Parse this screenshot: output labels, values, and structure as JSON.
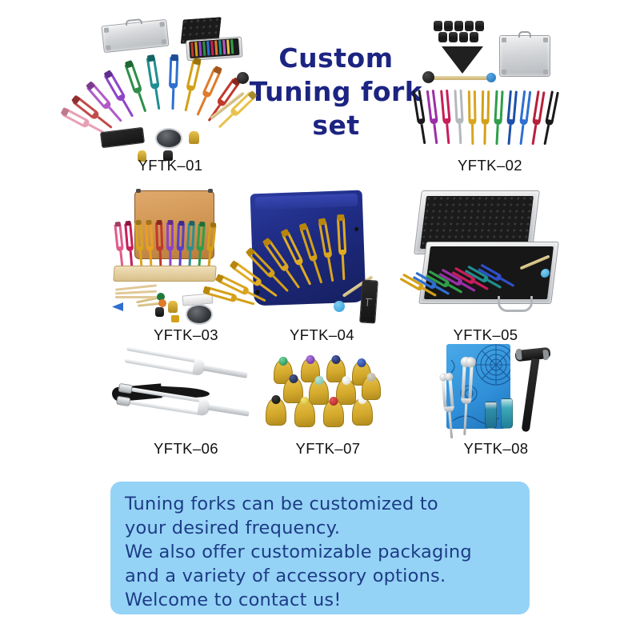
{
  "header": {
    "title_lines": [
      "Custom",
      "Tuning  fork",
      "set"
    ],
    "title_color": "#1c2482"
  },
  "products": [
    {
      "id": "YFTK-01",
      "caption": "YFTK–01",
      "description": "Fan of rainbow anodized aluminum tuning forks with two silver aluminum carry cases, black mallet, activator puck and accessory weights"
    },
    {
      "id": "YFTK-02",
      "caption": "YFTK–02",
      "description": "Row of black rubber fork weights, black triangular cloth, two gold mallets with black and blue heads, silver case, and a row of colored tuning forks"
    },
    {
      "id": "YFTK-03",
      "caption": "YFTK–03",
      "description": "Wooden storage box with colorful tuning forks standing in a wooden holder, mallets and accessory weights"
    },
    {
      "id": "YFTK-04",
      "caption": "YFTK–04",
      "description": "Gold tuning forks fanned out on a blue velvet drawstring pouch with a blue tipped mallet and black pouch"
    },
    {
      "id": "YFTK-05",
      "caption": "YFTK–05",
      "description": "Open silver aluminum case with black foam lining holding colored tuning forks and a mallet"
    },
    {
      "id": "YFTK-06",
      "caption": "YFTK–06",
      "description": "Two stainless steel medical tuning forks, one with weighted clamps, and a black rubber reflex hammer"
    },
    {
      "id": "YFTK-07",
      "caption": "YFTK–07",
      "description": "Twelve gold fork weights topped with colored crystal gemstones"
    },
    {
      "id": "YFTK-08",
      "caption": "YFTK–08",
      "description": "Blue mandala patterned gift box with silver ball-end tuning forks, teal cylinder weights and a black rubber hammer"
    }
  ],
  "note": {
    "lines": [
      "Tuning forks can be customized to",
      "your desired frequency.",
      "We also offer customizable packaging",
      "and a variety of accessory options.",
      "Welcome to contact us!"
    ],
    "background_color": "#95d3f6",
    "text_color": "#1d3c86"
  },
  "palette": {
    "fork_colors_01": [
      "#e8a0b4",
      "#c24a4a",
      "#b05bc8",
      "#8e44c8",
      "#2f8f4a",
      "#1f8f8f",
      "#2f6fd0",
      "#d4a017",
      "#e07b2a",
      "#c0392b",
      "#e8c24a"
    ],
    "fork_colors_02": [
      "#1a1a1a",
      "#9b2fa8",
      "#c81e5a",
      "#b0b4b8",
      "#d9a520",
      "#d4a017",
      "#2f9e4a",
      "#1f4fa8",
      "#2f6fd0",
      "#b81f3a",
      "#1a1a1a"
    ],
    "fork_colors_03": [
      "#e05c8a",
      "#c81e5a",
      "#d9a520",
      "#e8a020",
      "#c0392b",
      "#8e44c8",
      "#5b3fc8",
      "#2f8f8f",
      "#2f9e4a",
      "#d4a017",
      "#e07b2a"
    ],
    "gem_colors_07": [
      "#2f8f5a",
      "#7a3fc8",
      "#1a2a6c",
      "#2a3f9e",
      "#7fc8b8",
      "#e8e4d8",
      "#1a1a1a",
      "#e8d44a",
      "#c81e2a",
      "#f0ece0",
      "#d4a017",
      "#3a5fc8"
    ],
    "gold": "#d4a017",
    "silver": "#c9ccd0"
  }
}
